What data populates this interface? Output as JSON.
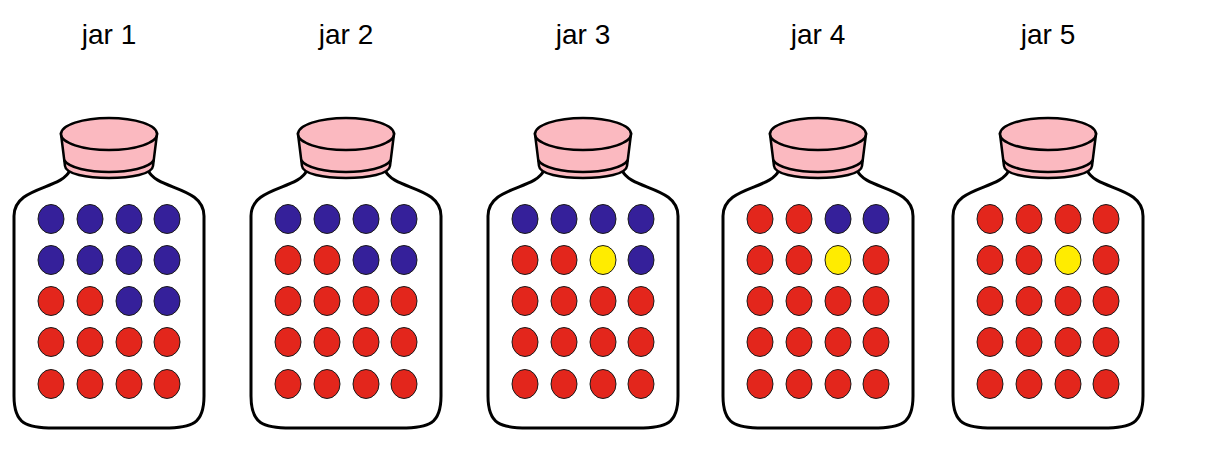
{
  "diagram": {
    "nodes": [
      {
        "text": [
          "jar 1"
        ]
      },
      {
        "text": [
          "jar 2"
        ]
      },
      {
        "text": [
          "jar 3"
        ]
      },
      {
        "text": [
          "jar 4"
        ]
      },
      {
        "text": [
          "jar 5"
        ]
      }
    ]
  }
}
